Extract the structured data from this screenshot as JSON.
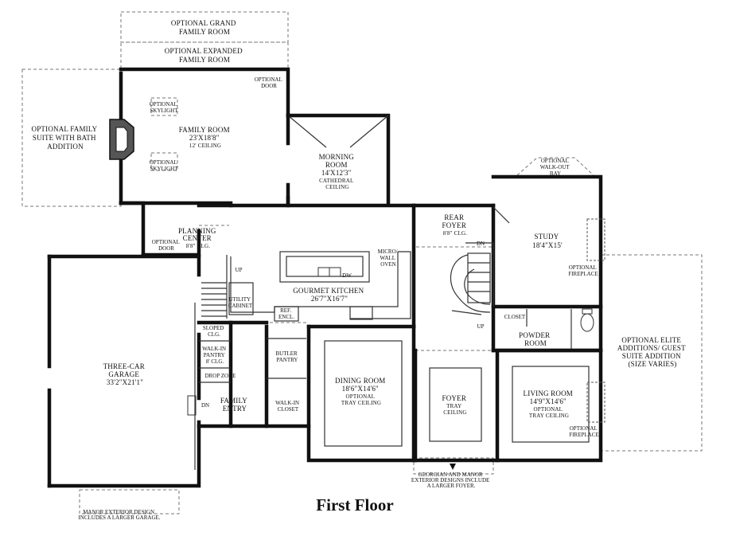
{
  "title": "First Floor",
  "labels": {
    "opt_grand_family": [
      "OPTIONAL GRAND",
      "FAMILY ROOM"
    ],
    "opt_expanded_family": [
      "OPTIONAL EXPANDED",
      "FAMILY ROOM"
    ],
    "opt_family_suite": [
      "OPTIONAL FAMILY",
      "SUITE WITH BATH",
      "ADDITION"
    ],
    "opt_door_top": [
      "OPTIONAL",
      "DOOR"
    ],
    "opt_skylight_1": [
      "OPTIONAL",
      "SKYLIGHT"
    ],
    "opt_skylight_2": [
      "OPTIONAL",
      "SKYLIGHT"
    ],
    "family_room": [
      "FAMILY ROOM",
      "23'X18'8\"",
      "12' CEILING"
    ],
    "morning_room": [
      "MORNING",
      "ROOM",
      "14'X12'3\"",
      "CATHEDRAL",
      "CEILING"
    ],
    "opt_walkout_bay": [
      "OPTIONAL",
      "WALK-OUT",
      "BAY"
    ],
    "study": [
      "STUDY",
      "18'4\"X15'"
    ],
    "opt_fireplace_study": [
      "OPTIONAL",
      "FIREPLACE"
    ],
    "rear_foyer": [
      "REAR",
      "FOYER",
      "8'8\" CLG."
    ],
    "dn_stairs": "DN",
    "up_stairs": "UP",
    "planning_center": [
      "PLANNING",
      "CENTER",
      "8'8\" CLG."
    ],
    "opt_door_planning": [
      "OPTIONAL",
      "DOOR"
    ],
    "micro_wall_oven": [
      "MICRO/",
      "WALL",
      "OVEN"
    ],
    "dw": "DW",
    "gourmet_kitchen": [
      "GOURMET KITCHEN",
      "26'7\"X16'7\""
    ],
    "ref_encl": [
      "REF.",
      "ENCL."
    ],
    "up_utility": "UP",
    "utility_cabinet": [
      "UTILITY",
      "CABINET"
    ],
    "closet": "CLOSET",
    "powder_room": [
      "POWDER",
      "ROOM"
    ],
    "opt_elite_additions": [
      "OPTIONAL ELITE",
      "ADDITIONS/ GUEST",
      "SUITE ADDITION",
      "(SIZE VARIES)"
    ],
    "sloped_clg": [
      "SLOPED",
      "CLG."
    ],
    "walkin_pantry": [
      "WALK-IN",
      "PANTRY",
      "8' CLG."
    ],
    "butler_pantry": [
      "BUTLER",
      "PANTRY"
    ],
    "drop_zone": "DROP ZONE",
    "three_car_garage": [
      "THREE-CAR",
      "GARAGE",
      "33'2\"X21'1\""
    ],
    "dn_garage": "DN",
    "family_entry": [
      "FAMILY",
      "ENTRY"
    ],
    "walkin_closet": [
      "WALK-IN",
      "CLOSET"
    ],
    "dining_room": [
      "DINING ROOM",
      "18'6\"X14'6\"",
      "OPTIONAL",
      "TRAY CEILING"
    ],
    "foyer": [
      "FOYER",
      "TRAY",
      "CEILING"
    ],
    "living_room": [
      "LIVING ROOM",
      "14'9\"X14'6\"",
      "OPTIONAL",
      "TRAY CEILING"
    ],
    "opt_fireplace_living": [
      "OPTIONAL",
      "FIREPLACE"
    ],
    "georgian_note": [
      "GEORGIAN AND MANOR",
      "EXTERIOR DESIGNS INCLUDE",
      "A LARGER FOYER."
    ],
    "manor_note": [
      "MANOR EXTERIOR DESIGN",
      "INCLUDES A LARGER GARAGE."
    ]
  }
}
